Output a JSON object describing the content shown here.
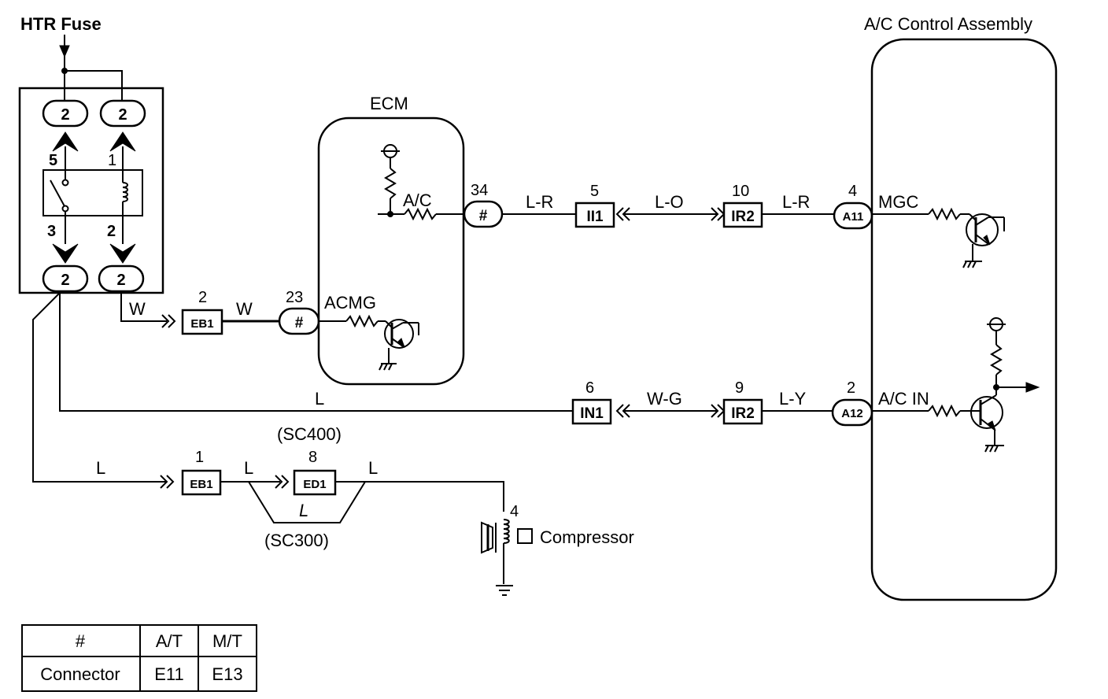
{
  "labels": {
    "htr_fuse": "HTR Fuse",
    "ac_control_assembly": "A/C Control Assembly",
    "ecm": "ECM",
    "compressor": "Compressor",
    "sc400": "(SC400)",
    "sc300": "(SC300)"
  },
  "relay": {
    "top_left_pin": "2",
    "top_right_pin": "2",
    "bottom_left_pin": "2",
    "bottom_right_pin": "2",
    "terminal_5": "5",
    "terminal_1": "1",
    "terminal_3": "3",
    "terminal_2": "2"
  },
  "ecm": {
    "pin_34": "34",
    "pin_34_mark": "#",
    "pin_23": "23",
    "pin_23_mark": "#",
    "ac_signal": "A/C",
    "acmg_signal": "ACMG"
  },
  "connectors": {
    "ii1": "II1",
    "ii1_pin": "5",
    "ir2_top": "IR2",
    "ir2_top_pin": "10",
    "a11": "A11",
    "a11_pin": "4",
    "eb1_top": "EB1",
    "eb1_top_pin": "2",
    "in1": "IN1",
    "in1_pin": "6",
    "ir2_bottom": "IR2",
    "ir2_bottom_pin": "9",
    "a12": "A12",
    "a12_pin": "2",
    "eb1_bottom": "EB1",
    "eb1_bottom_pin": "1",
    "ed1": "ED1",
    "ed1_pin": "8",
    "compressor_pin": "4"
  },
  "wires": {
    "w1": "W",
    "w2": "W",
    "lr1": "L-R",
    "lo": "L-O",
    "lr2": "L-R",
    "l_main": "L",
    "wg": "W-G",
    "ly": "L-Y",
    "l_bottom": "L",
    "l_mid": "L",
    "l_after": "L",
    "l_bypass": "L"
  },
  "ac_assembly": {
    "mgc": "MGC",
    "ac_in": "A/C IN"
  },
  "table": {
    "headers": [
      "#",
      "A/T",
      "M/T"
    ],
    "rows": [
      [
        "Connector",
        "E11",
        "E13"
      ]
    ]
  }
}
